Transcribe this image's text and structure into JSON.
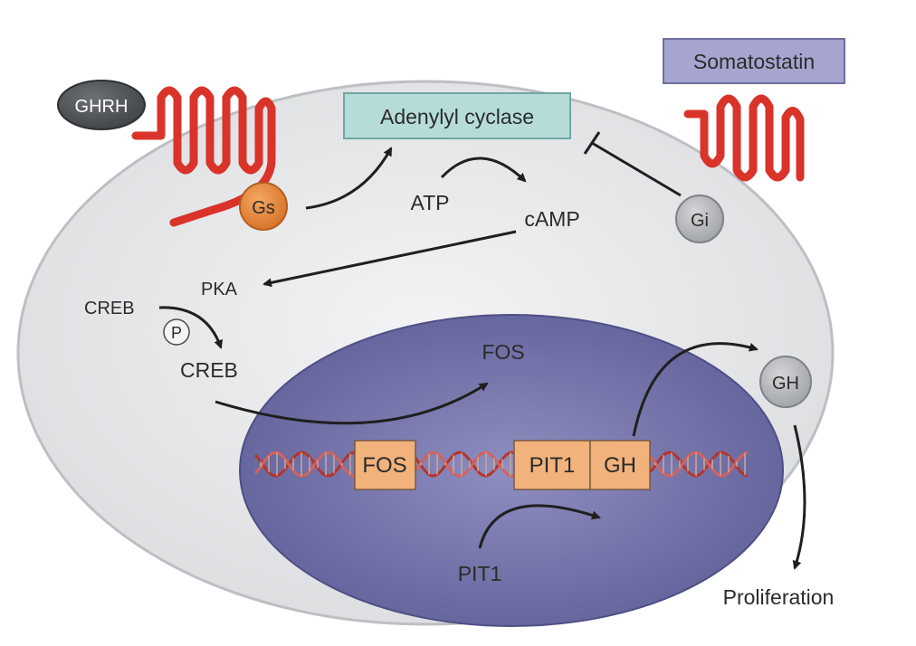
{
  "colors": {
    "cell_fill": "#e8e9eb",
    "cell_stroke": "#bdbfc4",
    "nucleus_fill": "#7474a8",
    "receptor": "#d9332a",
    "gs_fill": "#e8883a",
    "gi_fill": "#b9bcbf",
    "ghrh_fill": "#54585d",
    "adenylyl_fill": "#b6dcda",
    "somatostatin_fill": "#a6a5cf",
    "gene_box_fill": "#f1b27c",
    "dna": "#b5332b"
  },
  "ligands": {
    "ghrh": "GHRH",
    "somatostatin": "Somatostatin"
  },
  "enzyme": {
    "adenylyl_cyclase": "Adenylyl cyclase"
  },
  "g_proteins": {
    "gs": "Gs",
    "gi": "Gi"
  },
  "cytoplasm": {
    "atp": "ATP",
    "camp": "cAMP",
    "pka": "PKA",
    "creb": "CREB",
    "phospho": "P",
    "creb_active": "CREB",
    "gh_secreted": "GH",
    "proliferation": "Proliferation"
  },
  "nucleus": {
    "fos_product": "FOS",
    "genes": [
      "FOS",
      "PIT1",
      "GH"
    ],
    "pit1_factor": "PIT1"
  }
}
